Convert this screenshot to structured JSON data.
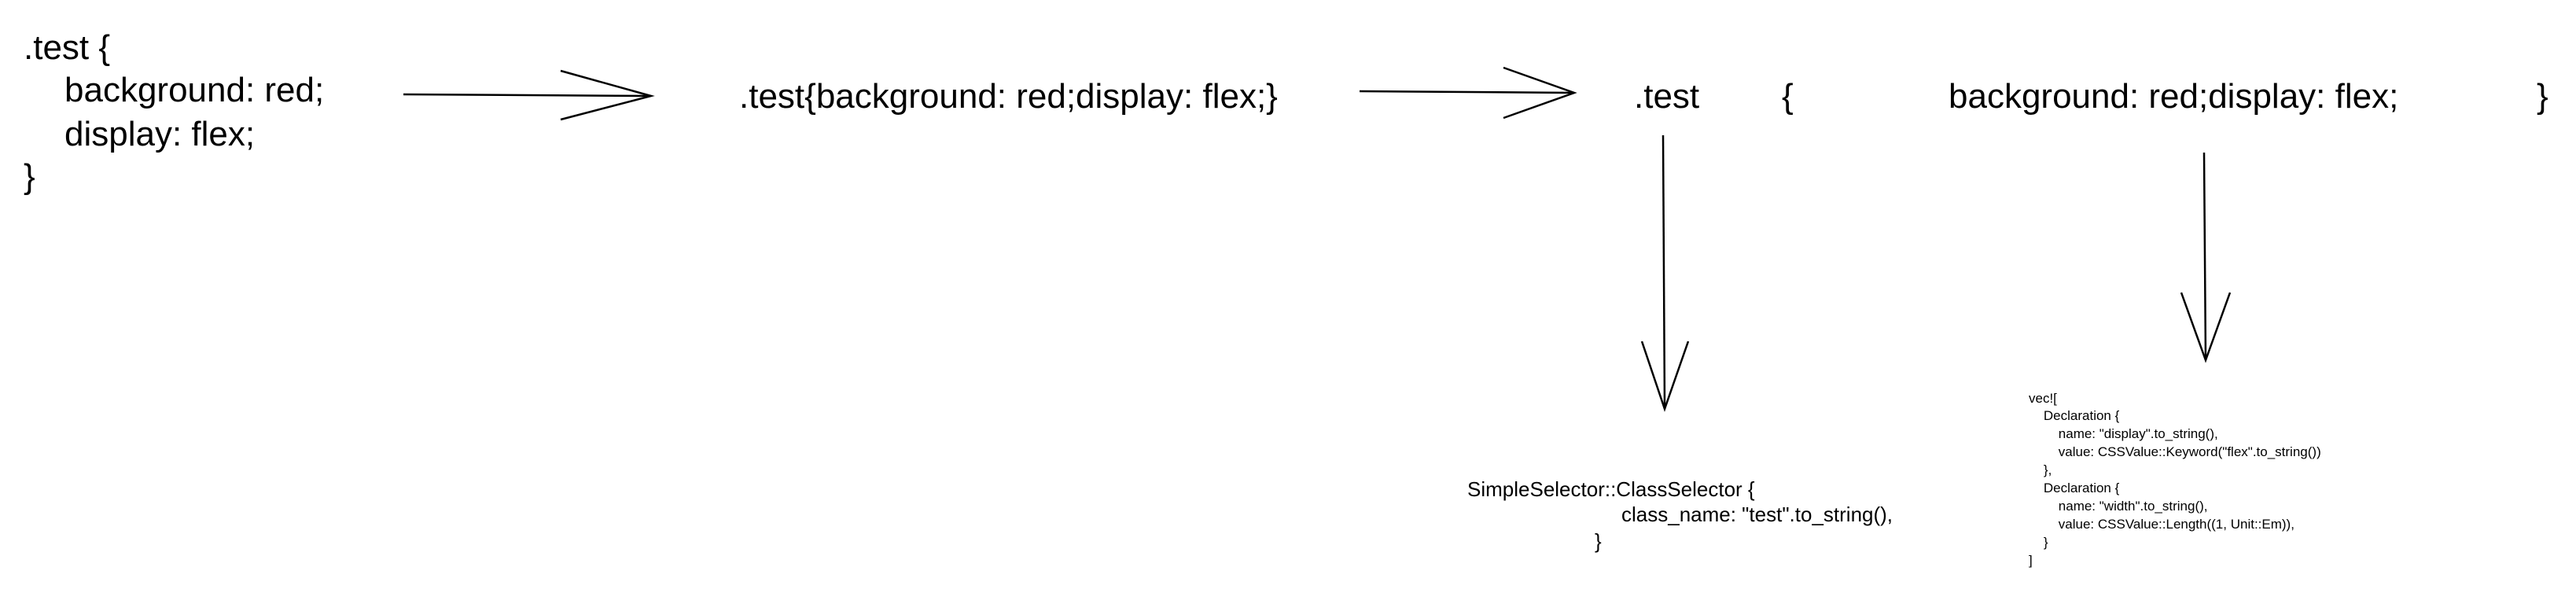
{
  "source_css": {
    "line1": ".test {",
    "line2": "background: red;",
    "line3": "display: flex;",
    "line4": "}"
  },
  "minified_css": ".test{background: red;display: flex;}",
  "tokens": {
    "selector": ".test",
    "open_brace": "{",
    "declarations": "background: red;display: flex;",
    "close_brace": "}"
  },
  "selector_ast": {
    "line1": "SimpleSelector::ClassSelector {",
    "line2": "class_name: \"test\".to_string(),",
    "line3": "}"
  },
  "declarations_ast": {
    "lines": [
      "vec![",
      "    Declaration {",
      "        name: \"display\".to_string(),",
      "        value: CSSValue::Keyword(\"flex\".to_string())",
      "    },",
      "    Declaration {",
      "        name: \"width\".to_string(),",
      "        value: CSSValue::Length((1, Unit::Em)),",
      "    }",
      "]"
    ]
  }
}
